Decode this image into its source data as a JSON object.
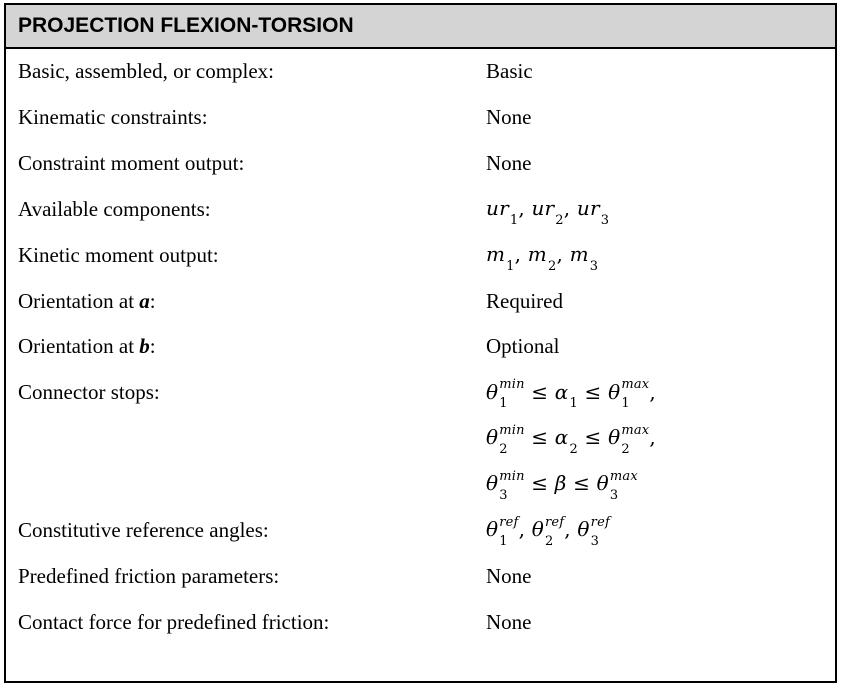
{
  "title": "PROJECTION FLEXION-TORSION",
  "rows": [
    {
      "label": "Basic, assembled, or complex:",
      "value": "Basic"
    },
    {
      "label": "Kinematic constraints:",
      "value": "None"
    },
    {
      "label": "Constraint moment output:",
      "value": "None"
    },
    {
      "label": "Available components:",
      "value": "ur1, ur2, ur3"
    },
    {
      "label": "Kinetic moment output:",
      "value": "m1, m2, m3"
    },
    {
      "label": "Orientation at a:",
      "label_prefix": "Orientation at ",
      "label_var": "a",
      "label_suffix": ":",
      "value": "Required"
    },
    {
      "label": "Orientation at b:",
      "label_prefix": "Orientation at ",
      "label_var": "b",
      "label_suffix": ":",
      "value": "Optional"
    },
    {
      "label": "Connector stops:",
      "value": "θ1min ≤ α1 ≤ θ1max,"
    },
    {
      "label": "",
      "value": "θ2min ≤ α2 ≤ θ2max,"
    },
    {
      "label": "",
      "value": "θ3min ≤ β ≤ θ3max"
    },
    {
      "label": "Constitutive reference angles:",
      "value": "θ1ref, θ2ref, θ3ref"
    },
    {
      "label": "Predefined friction parameters:",
      "value": "None"
    },
    {
      "label": "Contact force for predefined friction:",
      "value": "None"
    }
  ]
}
